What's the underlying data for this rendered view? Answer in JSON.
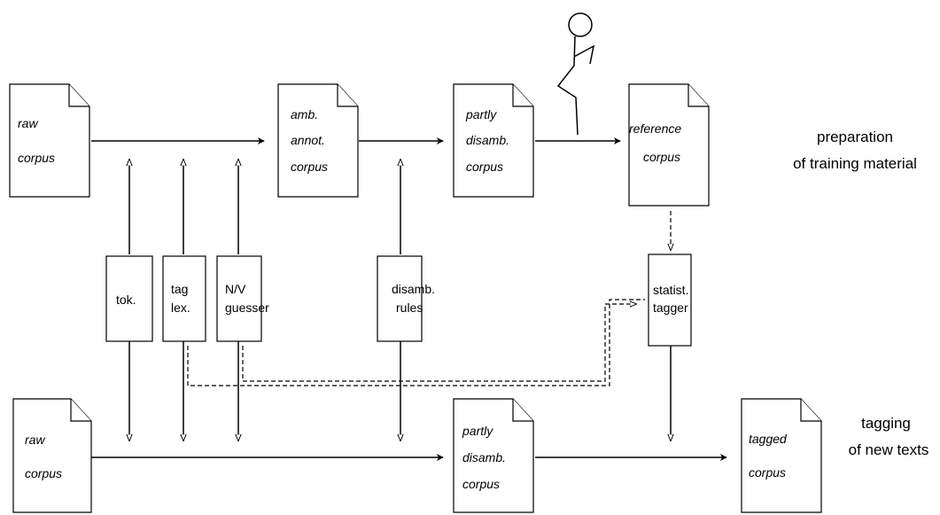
{
  "documents": {
    "raw_corpus_top": [
      "raw",
      "corpus"
    ],
    "amb_annot_corpus": [
      "amb.",
      "annot.",
      "corpus"
    ],
    "partly_disamb_corpus_top": [
      "partly",
      "disamb.",
      "corpus"
    ],
    "reference_corpus": [
      "reference",
      "corpus"
    ],
    "raw_corpus_bottom": [
      "raw",
      "corpus"
    ],
    "partly_disamb_corpus_bottom": [
      "partly",
      "disamb.",
      "corpus"
    ],
    "tagged_corpus": [
      "tagged",
      "corpus"
    ]
  },
  "tools": {
    "tok": [
      "tok."
    ],
    "tag_lex": [
      "tag",
      "lex."
    ],
    "nv_guesser": [
      "N/V",
      "guesser"
    ],
    "disamb_rules": [
      "disamb.",
      "rules"
    ],
    "statist_tagger": [
      "statist.",
      "tagger"
    ]
  },
  "side_labels": {
    "preparation": [
      "preparation",
      "of training material"
    ],
    "tagging": [
      "tagging",
      "of new texts"
    ]
  }
}
